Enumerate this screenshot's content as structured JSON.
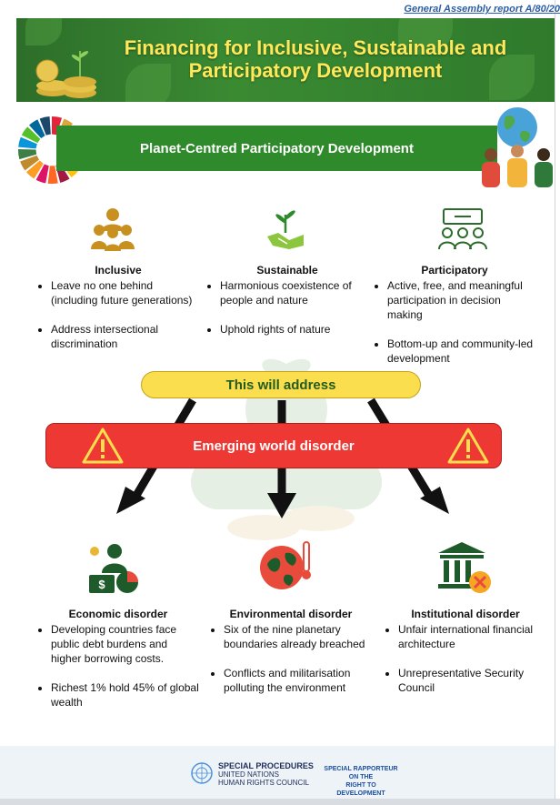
{
  "report_link": "General Assembly report A/80/20",
  "banner": {
    "title": "Financing for Inclusive, Sustainable and Participatory Development"
  },
  "pcpd": {
    "title": "Planet-Centred Participatory Development"
  },
  "pillars": [
    {
      "heading": "Inclusive",
      "icon": "people-group-icon",
      "items": [
        "Leave no one behind (including future generations)",
        "Address intersectional discrimination"
      ]
    },
    {
      "heading": "Sustainable",
      "icon": "sprout-handshake-icon",
      "items": [
        "Harmonious coexistence of people and nature",
        "Uphold rights of nature"
      ]
    },
    {
      "heading": "Participatory",
      "icon": "collaboration-icon",
      "items": [
        "Active, free, and meaningful participation in decision making",
        "Bottom-up and community-led development"
      ]
    }
  ],
  "address": {
    "label": "This will address"
  },
  "disorder": {
    "label": "Emerging world disorder"
  },
  "disorders": [
    {
      "heading": "Economic disorder",
      "icon": "finance-chart-icon",
      "items": [
        "Developing countries face public debt burdens and higher borrowing costs.",
        "Richest 1% hold 45% of global wealth"
      ]
    },
    {
      "heading": "Environmental disorder",
      "icon": "hot-planet-icon",
      "items": [
        "Six of the nine planetary boundaries already breached",
        "Conflicts and militarisation polluting the environment"
      ]
    },
    {
      "heading": "Institutional disorder",
      "icon": "institution-cross-icon",
      "items": [
        "Unfair international financial architecture",
        "Unrepresentative Security Council"
      ]
    }
  ],
  "footer": {
    "sp_line1": "SPECIAL PROCEDURES",
    "sp_line2": "UNITED NATIONS",
    "sp_line3": "HUMAN RIGHTS COUNCIL",
    "sr_line1": "SPECIAL RAPPORTEUR",
    "sr_line2": "ON THE",
    "sr_line3": "RIGHT TO DEVELOPMENT"
  },
  "colors": {
    "green": "#2f8a2b",
    "yellow": "#fbde4e",
    "red": "#ee3833",
    "dark_green": "#245c1f"
  }
}
